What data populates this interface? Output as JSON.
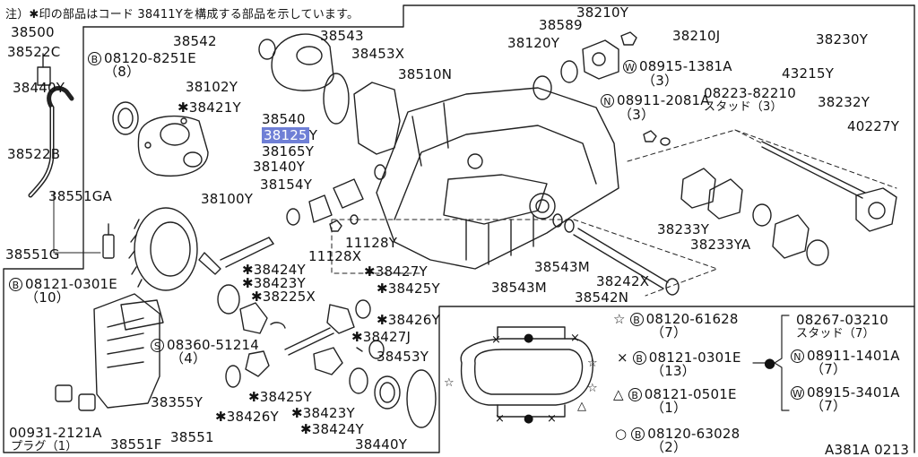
{
  "note": "注）✱印の部品はコード 38411Yを構成する部品を示しています。",
  "diagram_code": "A381A 0213",
  "parts": {
    "p38500": "38500",
    "p38522C": "38522C",
    "p38440Y_a": "38440Y",
    "p38522B": "38522B",
    "p38551GA": "38551GA",
    "p38551G": "38551G",
    "b08120_8251E": "08120-8251E",
    "b08120_8251E_qty": "（8）",
    "p38102Y": "38102Y",
    "p38421Y": "✱38421Y",
    "p38542": "38542",
    "p38543": "38543",
    "p38540": "38540",
    "p38453X": "38453X",
    "p38510N": "38510N",
    "p38125": "38125",
    "p38125_suffix": "Y",
    "p38165Y": "38165Y",
    "p38140Y": "38140Y",
    "p38154Y": "38154Y",
    "p38100Y": "38100Y",
    "p11128Y": "11128Y",
    "p11128X": "11128X",
    "p38120Y": "38120Y",
    "p38589": "38589",
    "p38210Y": "38210Y",
    "p38210J": "38210J",
    "w08915_1381A": "08915-1381A",
    "w08915_1381A_qty": "（3）",
    "n08911_2081A": "08911-2081A",
    "n08911_2081A_qty": "（3）",
    "p08223_82210": "08223-82210",
    "p08223_sub": "スタッド（3）",
    "p38230Y": "38230Y",
    "p43215Y": "43215Y",
    "p38232Y": "38232Y",
    "p40227Y": "40227Y",
    "p38233Y": "38233Y",
    "p38233YA": "38233YA",
    "p38543M_a": "38543M",
    "p38543M_b": "38543M",
    "p38242X": "38242X",
    "p38542N": "38542N",
    "b08121_0301E": "08121-0301E",
    "b08121_0301E_qty": "（10）",
    "s08360_51214": "08360-51214",
    "s08360_51214_qty": "（4）",
    "p38424Y_a": "✱38424Y",
    "p38423Y_a": "✱38423Y",
    "p38225X": "✱38225X",
    "p38427Y": "✱38427Y",
    "p38425Y_a": "✱38425Y",
    "p38426Y_a": "✱38426Y",
    "p38427J": "✱38427J",
    "p38453Y": "38453Y",
    "p38425Y_b": "✱38425Y",
    "p38426Y_b": "✱38426Y",
    "p38423Y_b": "✱38423Y",
    "p38424Y_b": "✱38424Y",
    "p38440Y_b": "38440Y",
    "p38355Y": "38355Y",
    "p38551": "38551",
    "p00931_2121A": "00931-2121A",
    "p00931_sub": "プラグ（1）",
    "p38551F": "38551F"
  },
  "legend": {
    "star_part": "08120-61628",
    "star_qty": "（7）",
    "x_part": "08121-0301E",
    "x_qty": "（13）",
    "tri_part": "08121-0501E",
    "tri_qty": "（1）",
    "circle_part": "08120-63028",
    "circle_qty": "（2）",
    "dot_stud": "08267-03210",
    "dot_stud_sub": "スタッド（7）",
    "dot_nut": "08911-1401A",
    "dot_nut_qty": "（7）",
    "dot_washer": "08915-3401A",
    "dot_washer_qty": "（7）"
  },
  "symbols": {
    "bolt": "B",
    "nut": "N",
    "washer": "W",
    "screw": "S",
    "star": "☆",
    "cross": "×",
    "triangle": "△",
    "circle": "○",
    "dot": "●"
  }
}
